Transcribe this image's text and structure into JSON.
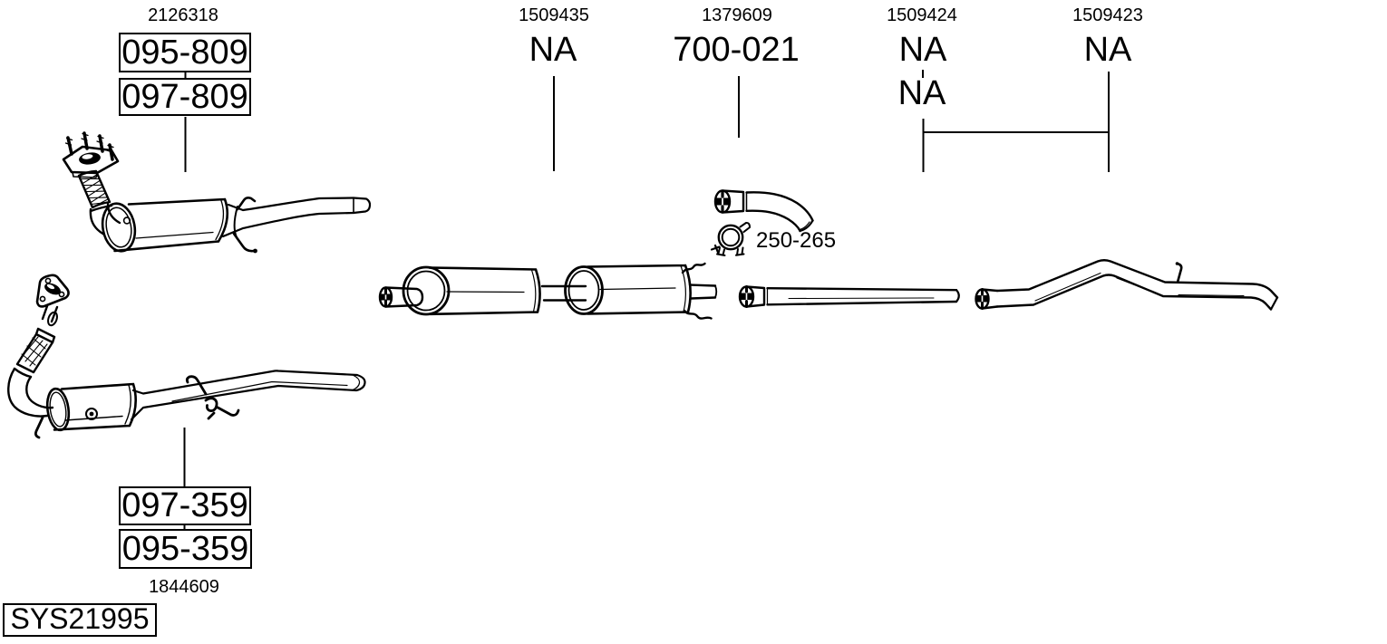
{
  "system": {
    "code": "SYS21995"
  },
  "groups": {
    "front_section": {
      "oe_number": "2126318",
      "codes": [
        "095-809",
        "097-809"
      ]
    },
    "catalytic_section": {
      "codes": [
        "097-359",
        "095-359"
      ],
      "oe_number": "1844609"
    },
    "center_silencer": {
      "oe_number": "1509435",
      "code": "NA"
    },
    "elbow_pipe": {
      "oe_number": "1379609",
      "code": "700-021"
    },
    "clamp": {
      "code": "250-265"
    },
    "intermediate_pipe": {
      "oe_number": "1509424",
      "codes": [
        "NA",
        "NA"
      ]
    },
    "tail_pipe": {
      "oe_number": "1509423",
      "code": "NA"
    }
  },
  "colors": {
    "ink": "#000000",
    "background": "#ffffff"
  }
}
